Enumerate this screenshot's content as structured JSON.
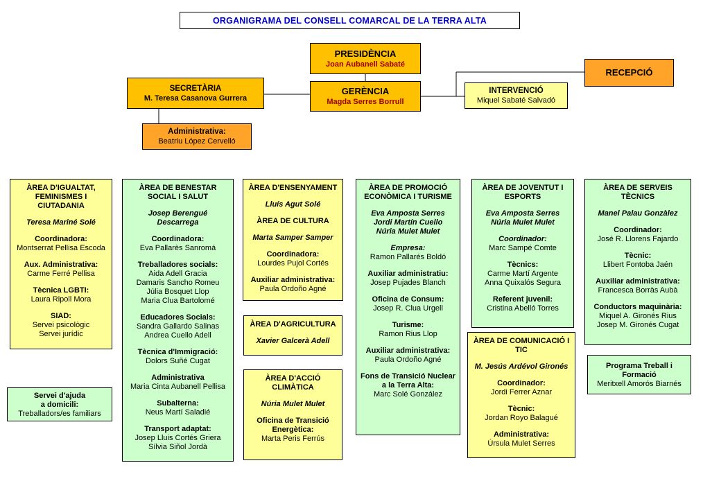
{
  "colors": {
    "gold": "#FFC000",
    "orange": "#FFA428",
    "yellow": "#FFFF99",
    "green": "#CCFFCC",
    "blue": "#0000CC",
    "darkred": "#990000"
  },
  "title": "ORGANIGRAMA DEL CONSELL COMARCAL DE LA TERRA ALTA",
  "top": {
    "presidencia": {
      "title": "PRESIDÈNCIA",
      "name": "Joan Aubanell Sabaté"
    },
    "secretaria": {
      "title": "SECRETÀRIA",
      "name": "M. Teresa Casanova Gurrera"
    },
    "gerencia": {
      "title": "GERÈNCIA",
      "name": "Magda Serres Borrull"
    },
    "recepcio": {
      "title": "RECEPCIÓ"
    },
    "intervencio": {
      "title": "INTERVENCIÓ",
      "name": "Miquel Sabaté Salvadó"
    },
    "administrativa": {
      "title": "Administrativa:",
      "name": "Beatriu López Cervelló"
    }
  },
  "areas": {
    "igualtat": {
      "title": "ÀREA D'IGUALTAT, FEMINISMES I CIUTADANIA",
      "blocks": [
        {
          "italic": true,
          "label": [
            "Teresa Mariné Solé"
          ]
        },
        {
          "label": [
            "Coordinadora:"
          ],
          "names": [
            "Montserrat Pellisa Escoda"
          ]
        },
        {
          "label": [
            "Aux. Administrativa:"
          ],
          "names": [
            "Carme Ferré Pellisa"
          ]
        },
        {
          "label": [
            "Tècnica LGBTI:"
          ],
          "names": [
            "Laura Ripoll Mora"
          ]
        },
        {
          "label": [
            "SIAD:"
          ],
          "names": [
            "Servei psicològic",
            "Servei jurídic"
          ]
        }
      ]
    },
    "servei_ajuda": {
      "blocks": [
        {
          "label": [
            "Servei d'ajuda",
            "a domicili:"
          ],
          "names": [
            "Treballadors/es familiars"
          ]
        }
      ]
    },
    "benestar": {
      "title": "ÀREA DE BENESTAR SOCIAL I SALUT",
      "blocks": [
        {
          "italic": true,
          "label": [
            "Josep Berengué",
            "Descarrega"
          ]
        },
        {
          "label": [
            "Coordinadora:"
          ],
          "names": [
            "Eva Pallarès Sanromá"
          ]
        },
        {
          "label": [
            "Treballadores socials:"
          ],
          "names": [
            "Aida Adell Gracia",
            "Damaris Sancho Romeu",
            "Júlia Bosquet Llop",
            "Maria Clua Bartolomé"
          ]
        },
        {
          "label": [
            "Educadores Socials:"
          ],
          "names": [
            "Sandra Gallardo Salinas",
            "Andrea Cuello Adell"
          ]
        },
        {
          "label": [
            "Tècnica d'Immigració:"
          ],
          "names": [
            "Dolors Suñé Cugat"
          ]
        },
        {
          "label": [
            "Administrativa"
          ],
          "names": [
            "Maria Cinta Aubanell Pellisa"
          ]
        },
        {
          "label": [
            "Subalterna:"
          ],
          "names": [
            "Neus Martí Saladié"
          ]
        },
        {
          "label": [
            "Transport adaptat:"
          ],
          "names": [
            "Josep Lluis Cortés Griera",
            "Sílvia Siñol Jordà"
          ]
        }
      ]
    },
    "ensenyament": {
      "title": "ÀREA D'ENSENYAMENT",
      "blocks": [
        {
          "italic": true,
          "label": [
            "Lluís Agut Solé"
          ]
        },
        {
          "label": [
            "ÀREA DE CULTURA"
          ]
        },
        {
          "italic": true,
          "label": [
            "Marta Samper Samper"
          ]
        },
        {
          "label": [
            "Coordinadora:"
          ],
          "names": [
            "Lourdes Pujol Cortés"
          ]
        },
        {
          "label": [
            "Auxiliar administrativa:"
          ],
          "names": [
            "Paula Ordoño Agné"
          ]
        }
      ]
    },
    "agricultura": {
      "title": "ÀREA D'AGRICULTURA",
      "blocks": [
        {
          "italic": true,
          "label": [
            "Xavier Galcerà Adell"
          ]
        }
      ]
    },
    "climatica": {
      "title": "ÀREA D'ACCIÓ CLIMÀTICA",
      "blocks": [
        {
          "italic": true,
          "label": [
            "Núria Mulet Mulet"
          ]
        },
        {
          "label": [
            "Oficina de Transició",
            "Energètica:"
          ],
          "names": [
            "Marta Peris Ferrús"
          ]
        }
      ]
    },
    "promocio": {
      "title": "ÀREA DE PROMOCIÓ ECONÒMICA I TURISME",
      "blocks": [
        {
          "italic": true,
          "label": [
            "Eva Amposta Serres",
            "Jordi Martín Cuello",
            "Núria Mulet Mulet"
          ]
        },
        {
          "italic": true,
          "label": [
            "Empresa:"
          ],
          "names": [
            "Ramon Pallarés Boldó"
          ]
        },
        {
          "label": [
            "Auxiliar administratiu:"
          ],
          "names": [
            "Josep Pujades Blanch"
          ]
        },
        {
          "label": [
            "Oficina de Consum:"
          ],
          "names": [
            "Josep R. Clua Urgell"
          ]
        },
        {
          "label": [
            "Turisme:"
          ],
          "names": [
            "Ramon Rius Llop"
          ]
        },
        {
          "label": [
            "Auxiliar administrativa:"
          ],
          "names": [
            "Paula Ordoño Agné"
          ]
        },
        {
          "label": [
            "Fons de Transició Nuclear",
            "a la Terra Alta:"
          ],
          "names": [
            "Marc Solé González"
          ]
        }
      ]
    },
    "joventut": {
      "title": "ÀREA DE JOVENTUT I ESPORTS",
      "blocks": [
        {
          "italic": true,
          "label": [
            "Eva Amposta Serres",
            "Núria Mulet Mulet"
          ]
        },
        {
          "italic": true,
          "label": [
            "Coordinador:"
          ],
          "names": [
            "Marc Sampé Comte"
          ]
        },
        {
          "label": [
            "Tècnics:"
          ],
          "names": [
            "Carme Martí Argente",
            "Anna Quixalós Segura"
          ]
        },
        {
          "label": [
            "Referent juvenil:"
          ],
          "names": [
            "Cristina Abelló Torres"
          ]
        }
      ]
    },
    "comunicacio": {
      "title": "ÀREA DE COMUNICACIÓ I TIC",
      "blocks": [
        {
          "italic": true,
          "label": [
            "M. Jesús Ardévol Gironés"
          ]
        },
        {
          "label": [
            "Coordinador:"
          ],
          "names": [
            "Jordi Ferrer Aznar"
          ]
        },
        {
          "label": [
            "Tècnic:"
          ],
          "names": [
            "Jordan Royo Balagué"
          ]
        },
        {
          "label": [
            "Administrativa:"
          ],
          "names": [
            "Úrsula Mulet Serres"
          ]
        }
      ]
    },
    "serveis": {
      "title": "ÀREA DE SERVEIS TÈCNICS",
      "blocks": [
        {
          "italic": true,
          "label": [
            "Manel Palau Gonzàlez"
          ]
        },
        {
          "label": [
            "Coordinador:"
          ],
          "names": [
            "José R. Llorens Fajardo"
          ]
        },
        {
          "label": [
            "Tècnic:"
          ],
          "names": [
            "Llibert Fontoba Jaén"
          ]
        },
        {
          "label": [
            "Auxiliar administrativa:"
          ],
          "names": [
            "Francesca Borràs Aubà"
          ]
        },
        {
          "label": [
            "Conductors maquinària:"
          ],
          "names": [
            "Miquel A. Gironés Rius",
            "Josep M. Gironés Cugat"
          ]
        }
      ]
    },
    "programa": {
      "blocks": [
        {
          "label": [
            "Programa Treball i",
            "Formació"
          ],
          "names": [
            "Meritxell Amorós Biarnés"
          ]
        }
      ]
    }
  }
}
